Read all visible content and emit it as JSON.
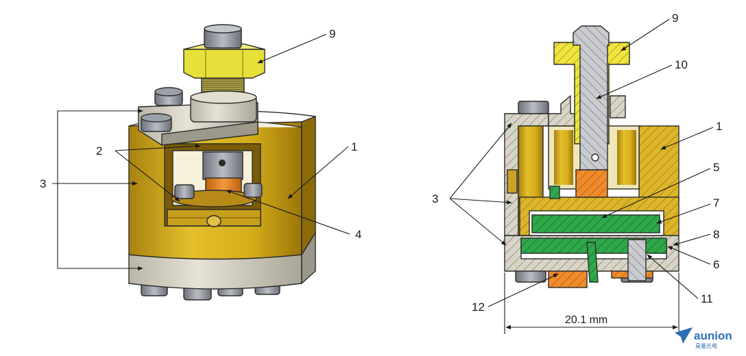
{
  "left_view": {
    "callouts": {
      "c1": "1",
      "c2": "2",
      "c3": "3",
      "c4": "4",
      "c9": "9"
    }
  },
  "right_view": {
    "callouts": {
      "c1": "1",
      "c3": "3",
      "c5": "5",
      "c6": "6",
      "c7": "7",
      "c8": "8",
      "c9": "9",
      "c10": "10",
      "c11": "11",
      "c12": "12"
    },
    "dimension": "20.1 mm"
  },
  "logo": {
    "word": "aunion",
    "sub": "昊量光电"
  },
  "colors": {
    "brass": "#d9b21f",
    "brass_dark": "#a47f0c",
    "bronze": "#b5751f",
    "grey_part": "#d8d5c8",
    "green": "#2fa84a",
    "orange": "#e27a1e",
    "bolt": "#8f939c",
    "yellow_nut": "#e9e23a",
    "logo_blue": "#2d6fb5"
  }
}
